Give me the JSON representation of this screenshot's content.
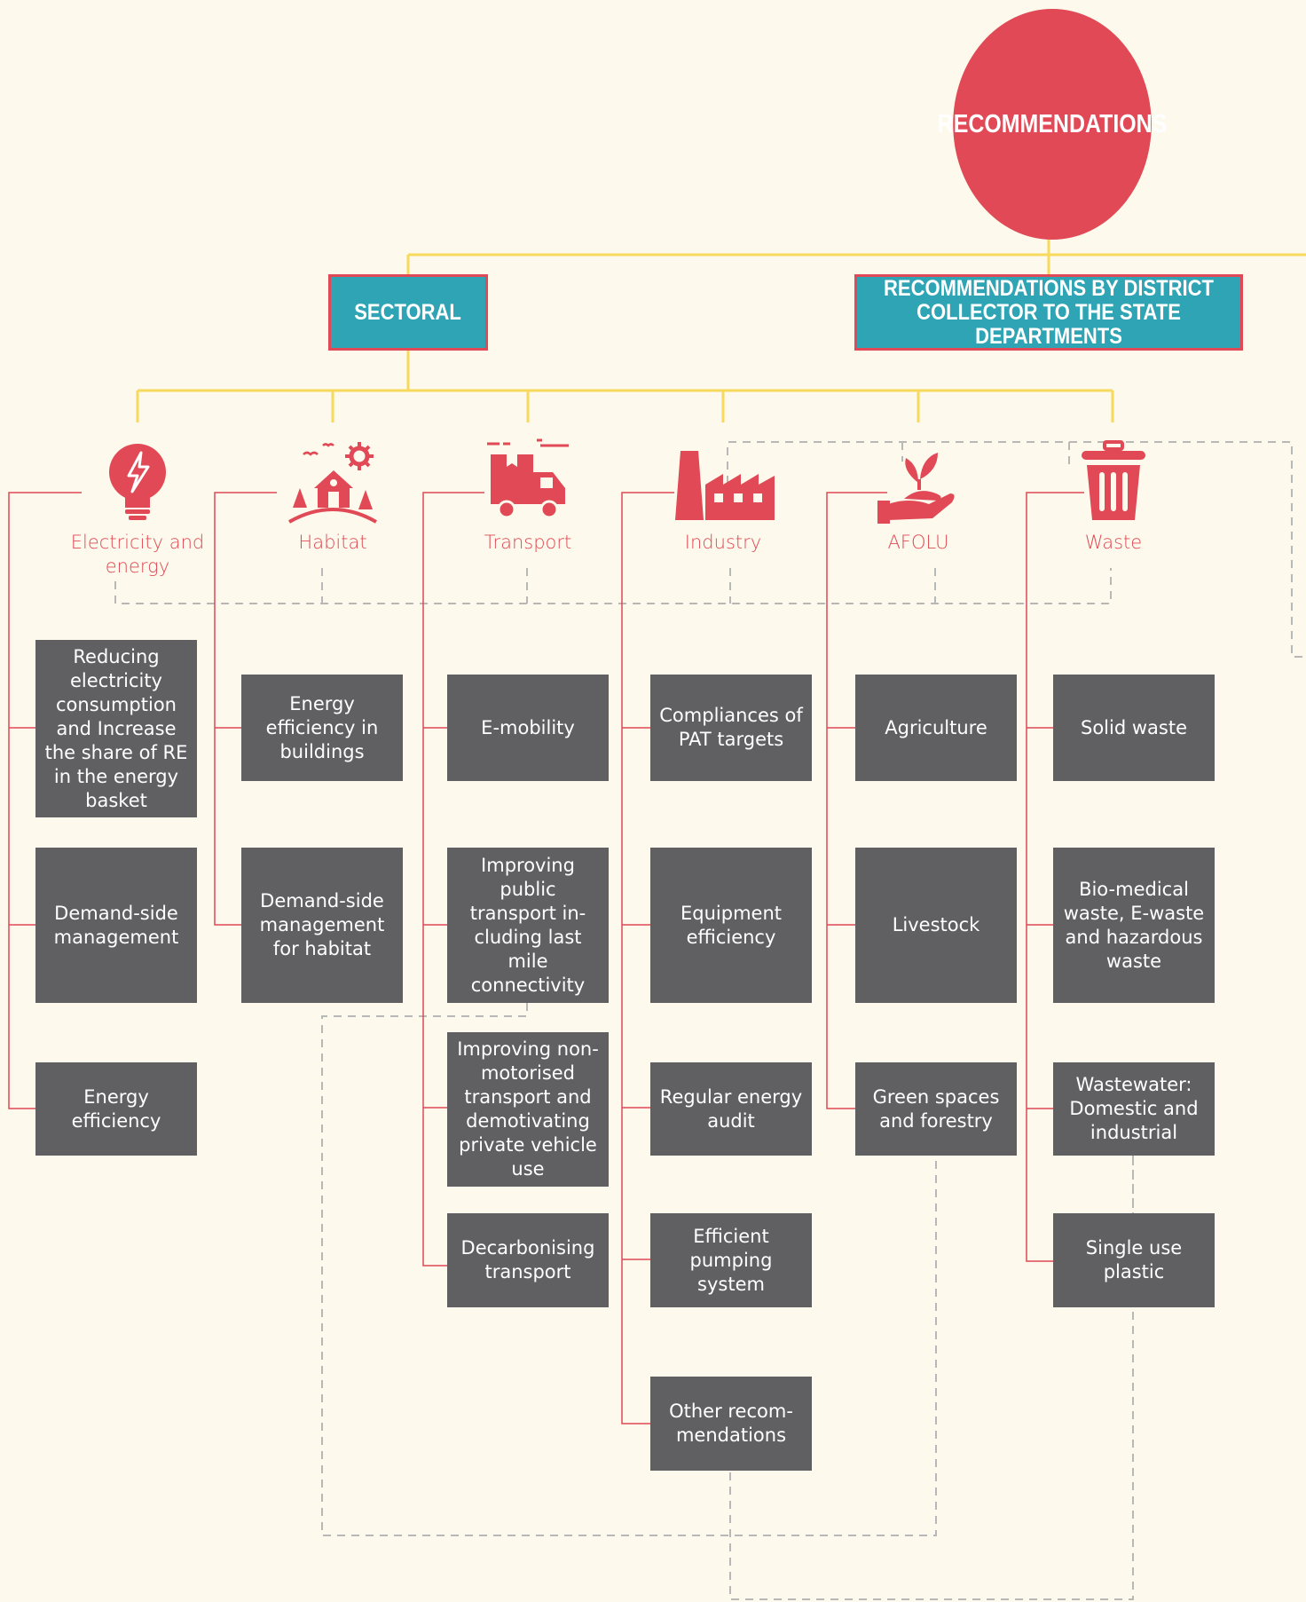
{
  "root": {
    "label": "RECOMMENDATIONS"
  },
  "branches": {
    "sectoral": "SECTORAL",
    "district": "RECOMMENDATIONS BY DISTRICT COLLECTOR TO THE STATE DEPARTMENTS"
  },
  "sectors": [
    {
      "label": "Electricity and energy",
      "icon": "lightbulb-icon",
      "items": [
        "Reducing electricity consumption and Increase the share of RE in the energy basket",
        "Demand-side management",
        "Energy efficiency"
      ]
    },
    {
      "label": "Habitat",
      "icon": "house-landscape-icon",
      "items": [
        "Energy efficiency in buildings",
        "Demand-side management for habitat"
      ]
    },
    {
      "label": "Transport",
      "icon": "delivery-truck-icon",
      "items": [
        "E-mobility",
        "Improving public transport in-cluding last mile connectivity",
        "Improving non-motorised transport and demotivating private vehicle use",
        "Decarbonising transport"
      ]
    },
    {
      "label": "Industry",
      "icon": "factory-icon",
      "items": [
        "Compliances of PAT targets",
        "Equipment efficiency",
        "Regular energy audit",
        "Efficient pumping system",
        "Other recom-mendations"
      ]
    },
    {
      "label": "AFOLU",
      "icon": "plant-in-hand-icon",
      "items": [
        "Agriculture",
        "Livestock",
        "Green spaces and forestry"
      ]
    },
    {
      "label": "Waste",
      "icon": "trash-bin-icon",
      "items": [
        "Solid waste",
        "Bio-medical waste, E-waste and hazardous waste",
        "Wastewater: Domestic and industrial",
        "Single use plastic"
      ]
    }
  ],
  "colors": {
    "red": "#e04955",
    "teal": "#2fa4b4",
    "yellow": "#f7d95c",
    "box": "#605f62",
    "dashed": "#b8b8b8",
    "background": "#fdf9ec"
  }
}
